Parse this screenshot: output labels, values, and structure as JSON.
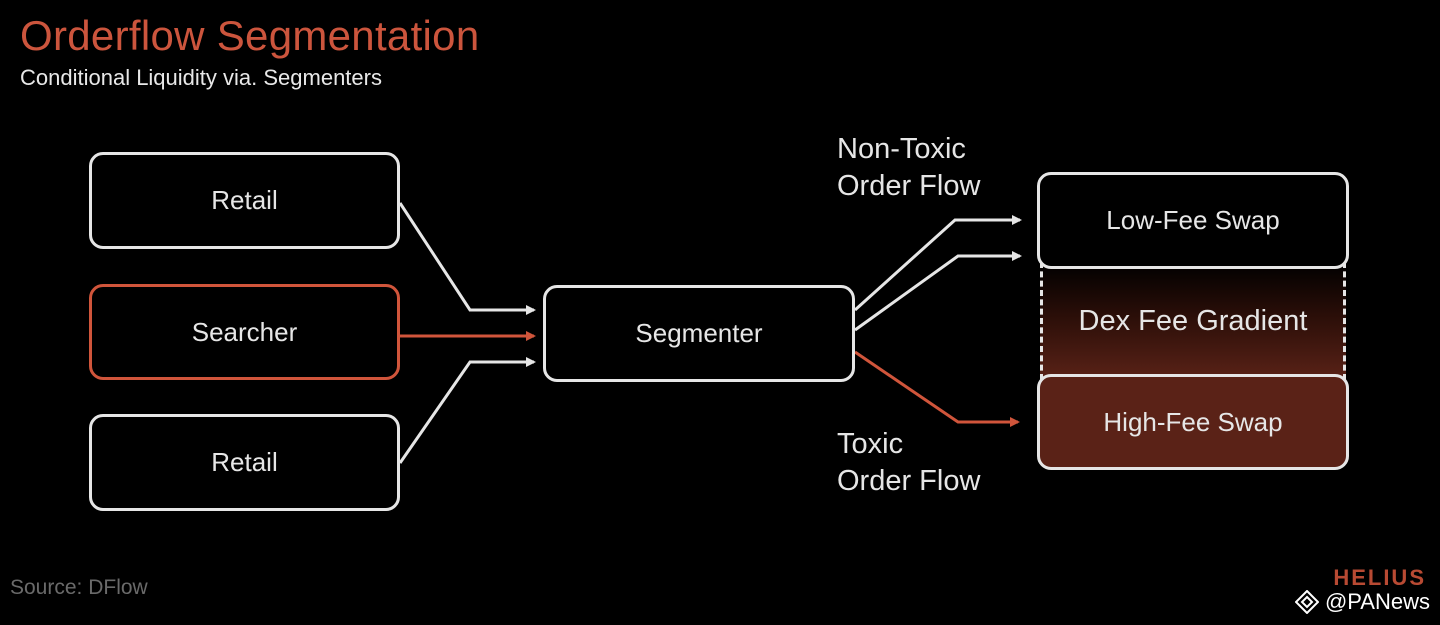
{
  "header": {
    "title": "Orderflow Segmentation",
    "subtitle": "Conditional Liquidity via. Segmenters"
  },
  "nodes": {
    "retail_top": "Retail",
    "searcher": "Searcher",
    "retail_bottom": "Retail",
    "segmenter": "Segmenter",
    "low_fee": "Low-Fee Swap",
    "gradient": "Dex Fee Gradient",
    "high_fee": "High-Fee Swap"
  },
  "flow_labels": {
    "non_toxic_line1": "Non-Toxic",
    "non_toxic_line2": "Order Flow",
    "toxic_line1": "Toxic",
    "toxic_line2": "Order Flow"
  },
  "footer": {
    "source": "Source: DFlow",
    "watermark": "@PANews",
    "logo_text": "HELIUS"
  },
  "colors": {
    "accent": "#cc553d",
    "line": "#e6e6e6",
    "high_fee_fill": "#5a2217",
    "background": "#000000"
  }
}
